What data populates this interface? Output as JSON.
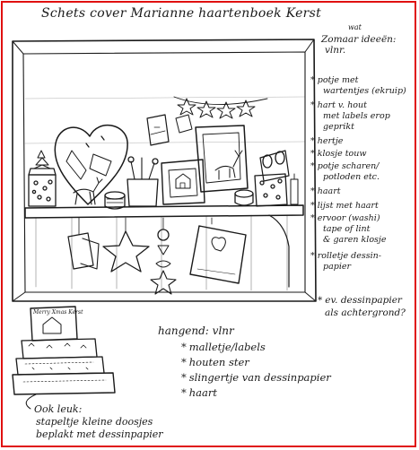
{
  "title": "Schets cover Marianne haartenboek Kerst",
  "list": {
    "wat_note": "wat",
    "heading_line1": "Zomaar ideeën:",
    "heading_line2": "vlnr.",
    "items": [
      "potje met",
      "wartentjes (ekruip)",
      "hart v. hout",
      "met labels erop",
      "geprikt",
      "hertje",
      "klosje touw",
      "potje scharen/",
      "potloden etc.",
      "haart",
      "lijst met haart",
      "ervoor (washi)",
      "tape of lint",
      "& garen klosje",
      "rolletje dessin-",
      "papier",
      "ev. dessinpapier",
      "als achtergrond?"
    ]
  },
  "hanging": {
    "heading": "hangend: vlnr",
    "items": [
      "malletje/labels",
      "houten ster",
      "slingertje van dessinpapier",
      "haart"
    ]
  },
  "also_nice": {
    "heading": "Ook leuk:",
    "lines": [
      "stapeltje kleine doosjes",
      "beplakt met dessinpapier"
    ]
  },
  "box_label": "Merry Xmas Kerst"
}
